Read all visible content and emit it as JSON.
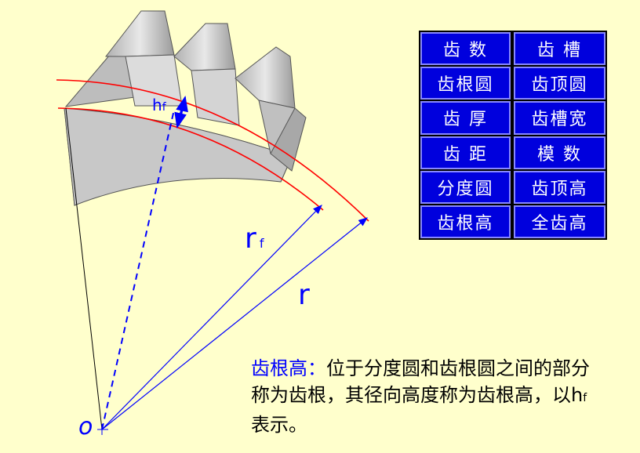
{
  "terms": [
    [
      "齿  数",
      "齿  槽"
    ],
    [
      "齿根圆",
      "齿顶圆"
    ],
    [
      "齿  厚",
      "齿槽宽"
    ],
    [
      "齿  距",
      "模  数"
    ],
    [
      "分度圆",
      "齿顶高"
    ],
    [
      "齿根高",
      "全齿高"
    ]
  ],
  "labels": {
    "hf_main": "h",
    "hf_sub": "f",
    "rf_main": "r",
    "rf_sub": "f",
    "r": "r",
    "o": "o"
  },
  "description": {
    "term": "齿根高",
    "colon": "：",
    "text1": "位于分度圆和齿根圆之间的部分称为齿根，其径向高度称为齿根高，以",
    "hf_main": "h",
    "hf_sub": "f",
    "text2": "表示。"
  },
  "colors": {
    "background": "#ffffcc",
    "table_cell": "#0000dd",
    "blue": "#0000ff",
    "red": "#ff0000"
  }
}
